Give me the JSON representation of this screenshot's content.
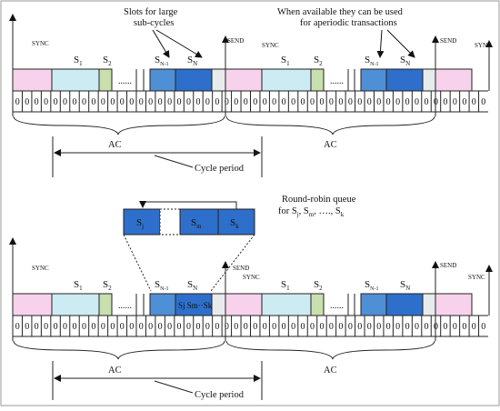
{
  "labels": {
    "sync": "SYNC",
    "send": "SEND",
    "ac": "AC",
    "cycle_period": "Cycle period",
    "dots": "......",
    "bit": "0",
    "slots_large_line1": "Slots for large",
    "slots_large_line2": "sub-cycles",
    "available_line1": "When available they can be used",
    "available_line2": "for aperiodic transactions",
    "rr_line1": "Round-robin queue",
    "rr_line2_prefix": "for S",
    "rr_line2_sub_j": "j",
    "rr_line2_sep1": ", S",
    "rr_line2_sub_m": "m",
    "rr_line2_sep2": ", …., S",
    "rr_line2_sub_k": "k"
  },
  "slots": {
    "s1": {
      "base": "S",
      "sub": "1"
    },
    "s2": {
      "base": "S",
      "sub": "2"
    },
    "sn1": {
      "base": "S",
      "sub": "N-1"
    },
    "sn": {
      "base": "S",
      "sub": "N"
    },
    "sj": {
      "base": "S",
      "sub": "j"
    },
    "sm": {
      "base": "S",
      "sub": "m"
    },
    "sk": {
      "base": "S",
      "sub": "k"
    },
    "combo": {
      "text": "Sj Sm··Sk"
    }
  },
  "colors": {
    "sync": "#f8d2ec",
    "s1": "#cdebf3",
    "s2": "#c9dfae",
    "sn1": "#4f8fd6",
    "sn": "#2e6fcb",
    "send": "#e7ebeb",
    "border": "#222222"
  }
}
